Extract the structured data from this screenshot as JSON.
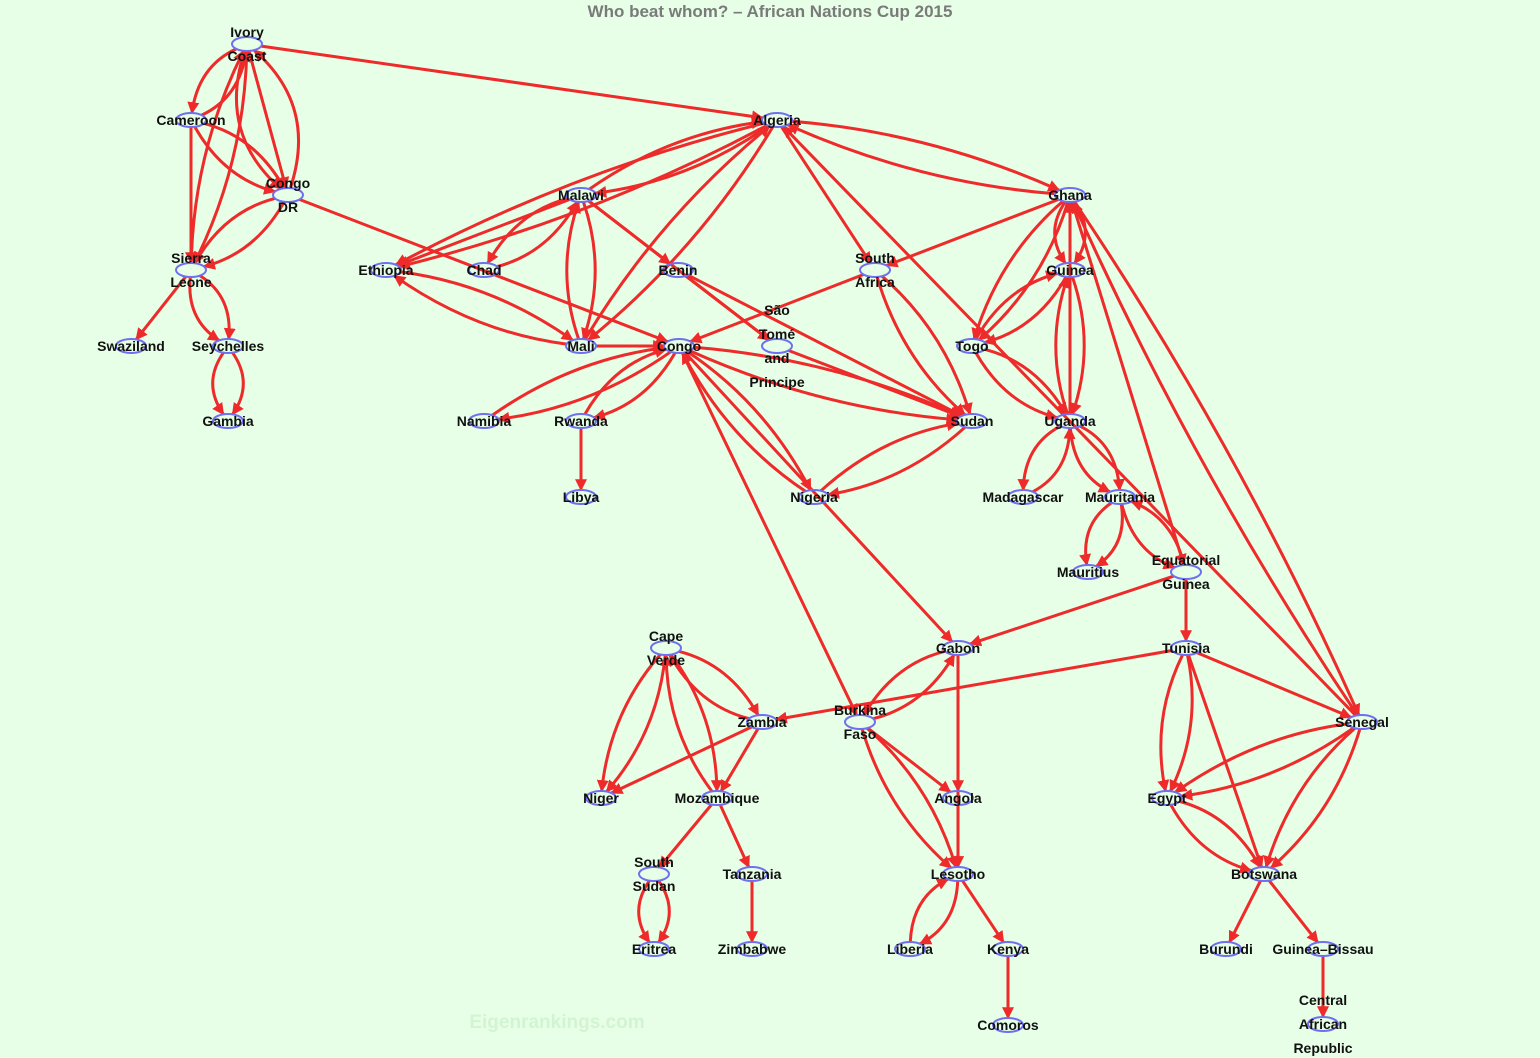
{
  "title": "Who beat whom? – African Nations Cup 2015",
  "watermark": "Eigenrankings.com",
  "colors": {
    "background": "#e6ffe6",
    "edge": "#ee2a2a",
    "node": "#6f6ff0",
    "title": "#7a7a7a"
  },
  "teams": [
    {
      "id": "ivory_coast",
      "label": "Ivory\nCoast"
    },
    {
      "id": "cameroon",
      "label": "Cameroon"
    },
    {
      "id": "congo_dr",
      "label": "Congo\nDR"
    },
    {
      "id": "sierra_leone",
      "label": "Sierra\nLeone"
    },
    {
      "id": "swaziland",
      "label": "Swaziland"
    },
    {
      "id": "seychelles",
      "label": "Seychelles"
    },
    {
      "id": "gambia",
      "label": "Gambia"
    },
    {
      "id": "algeria",
      "label": "Algeria"
    },
    {
      "id": "malawi",
      "label": "Malawi"
    },
    {
      "id": "ethiopia",
      "label": "Ethiopia"
    },
    {
      "id": "chad",
      "label": "Chad"
    },
    {
      "id": "benin",
      "label": "Benin"
    },
    {
      "id": "mali",
      "label": "Mali"
    },
    {
      "id": "congo",
      "label": "Congo"
    },
    {
      "id": "sao_tome",
      "label": "São\nTomé\nand\nPrincipe"
    },
    {
      "id": "south_africa",
      "label": "South\nAfrica"
    },
    {
      "id": "namibia",
      "label": "Namibia"
    },
    {
      "id": "rwanda",
      "label": "Rwanda"
    },
    {
      "id": "libya",
      "label": "Libya"
    },
    {
      "id": "nigeria",
      "label": "Nigeria"
    },
    {
      "id": "sudan",
      "label": "Sudan"
    },
    {
      "id": "ghana",
      "label": "Ghana"
    },
    {
      "id": "guinea",
      "label": "Guinea"
    },
    {
      "id": "togo",
      "label": "Togo"
    },
    {
      "id": "uganda",
      "label": "Uganda"
    },
    {
      "id": "madagascar",
      "label": "Madagascar"
    },
    {
      "id": "mauritania",
      "label": "Mauritania"
    },
    {
      "id": "mauritius",
      "label": "Mauritius"
    },
    {
      "id": "equatorial_guinea",
      "label": "Equatorial\nGuinea"
    },
    {
      "id": "tunisia",
      "label": "Tunisia"
    },
    {
      "id": "gabon",
      "label": "Gabon"
    },
    {
      "id": "burkina_faso",
      "label": "Burkina\nFaso"
    },
    {
      "id": "cape_verde",
      "label": "Cape\nVerde"
    },
    {
      "id": "zambia",
      "label": "Zambia"
    },
    {
      "id": "niger",
      "label": "Niger"
    },
    {
      "id": "mozambique",
      "label": "Mozambique"
    },
    {
      "id": "south_sudan",
      "label": "South\nSudan"
    },
    {
      "id": "tanzania",
      "label": "Tanzania"
    },
    {
      "id": "eritrea",
      "label": "Eritrea"
    },
    {
      "id": "zimbabwe",
      "label": "Zimbabwe"
    },
    {
      "id": "angola",
      "label": "Angola"
    },
    {
      "id": "lesotho",
      "label": "Lesotho"
    },
    {
      "id": "liberia",
      "label": "Liberia"
    },
    {
      "id": "kenya",
      "label": "Kenya"
    },
    {
      "id": "comoros",
      "label": "Comoros"
    },
    {
      "id": "senegal",
      "label": "Senegal"
    },
    {
      "id": "egypt",
      "label": "Egypt"
    },
    {
      "id": "botswana",
      "label": "Botswana"
    },
    {
      "id": "burundi",
      "label": "Burundi"
    },
    {
      "id": "guinea_bissau",
      "label": "Guinea–Bissau"
    },
    {
      "id": "car",
      "label": "Central\nAfrican\nRepublic"
    }
  ],
  "wins": [
    [
      "ivory_coast",
      "algeria"
    ],
    [
      "ivory_coast",
      "cameroon"
    ],
    [
      "cameroon",
      "ivory_coast"
    ],
    [
      "ivory_coast",
      "congo_dr"
    ],
    [
      "ivory_coast",
      "congo_dr"
    ],
    [
      "congo_dr",
      "ivory_coast"
    ],
    [
      "ivory_coast",
      "sierra_leone"
    ],
    [
      "sierra_leone",
      "ivory_coast"
    ],
    [
      "cameroon",
      "congo_dr"
    ],
    [
      "cameroon",
      "congo_dr"
    ],
    [
      "cameroon",
      "sierra_leone"
    ],
    [
      "congo_dr",
      "sierra_leone"
    ],
    [
      "congo_dr",
      "sierra_leone"
    ],
    [
      "congo_dr",
      "congo"
    ],
    [
      "sierra_leone",
      "swaziland"
    ],
    [
      "sierra_leone",
      "seychelles"
    ],
    [
      "sierra_leone",
      "seychelles"
    ],
    [
      "seychelles",
      "gambia"
    ],
    [
      "seychelles",
      "gambia"
    ],
    [
      "algeria",
      "malawi"
    ],
    [
      "malawi",
      "algeria"
    ],
    [
      "algeria",
      "ethiopia"
    ],
    [
      "algeria",
      "ethiopia"
    ],
    [
      "algeria",
      "mali"
    ],
    [
      "mali",
      "algeria"
    ],
    [
      "algeria",
      "south_africa"
    ],
    [
      "algeria",
      "ghana"
    ],
    [
      "ghana",
      "algeria"
    ],
    [
      "senegal",
      "algeria"
    ],
    [
      "malawi",
      "ethiopia"
    ],
    [
      "malawi",
      "chad"
    ],
    [
      "chad",
      "malawi"
    ],
    [
      "malawi",
      "benin"
    ],
    [
      "malawi",
      "mali"
    ],
    [
      "mali",
      "malawi"
    ],
    [
      "malawi",
      "sao_tome"
    ],
    [
      "ethiopia",
      "mali"
    ],
    [
      "mali",
      "ethiopia"
    ],
    [
      "mali",
      "congo"
    ],
    [
      "benin",
      "sao_tome"
    ],
    [
      "benin",
      "sudan"
    ],
    [
      "south_africa",
      "congo"
    ],
    [
      "south_africa",
      "sudan"
    ],
    [
      "south_africa",
      "sudan"
    ],
    [
      "sao_tome",
      "sudan"
    ],
    [
      "congo",
      "namibia"
    ],
    [
      "namibia",
      "congo"
    ],
    [
      "congo",
      "rwanda"
    ],
    [
      "rwanda",
      "congo"
    ],
    [
      "congo",
      "nigeria"
    ],
    [
      "nigeria",
      "congo"
    ],
    [
      "congo",
      "sudan"
    ],
    [
      "congo",
      "sudan"
    ],
    [
      "congo",
      "gabon"
    ],
    [
      "congo",
      "burkina_faso"
    ],
    [
      "rwanda",
      "libya"
    ],
    [
      "nigeria",
      "sudan"
    ],
    [
      "sudan",
      "nigeria"
    ],
    [
      "ghana",
      "south_africa"
    ],
    [
      "ghana",
      "guinea"
    ],
    [
      "ghana",
      "guinea"
    ],
    [
      "ghana",
      "togo"
    ],
    [
      "ghana",
      "togo"
    ],
    [
      "uganda",
      "ghana"
    ],
    [
      "ghana",
      "equatorial_guinea"
    ],
    [
      "ghana",
      "senegal"
    ],
    [
      "senegal",
      "ghana"
    ],
    [
      "guinea",
      "togo"
    ],
    [
      "togo",
      "guinea"
    ],
    [
      "guinea",
      "uganda"
    ],
    [
      "uganda",
      "guinea"
    ],
    [
      "togo",
      "uganda"
    ],
    [
      "togo",
      "uganda"
    ],
    [
      "uganda",
      "madagascar"
    ],
    [
      "madagascar",
      "uganda"
    ],
    [
      "uganda",
      "mauritania"
    ],
    [
      "uganda",
      "mauritania"
    ],
    [
      "mauritania",
      "mauritius"
    ],
    [
      "mauritania",
      "mauritius"
    ],
    [
      "mauritania",
      "equatorial_guinea"
    ],
    [
      "equatorial_guinea",
      "mauritania"
    ],
    [
      "equatorial_guinea",
      "gabon"
    ],
    [
      "equatorial_guinea",
      "tunisia"
    ],
    [
      "tunisia",
      "zambia"
    ],
    [
      "tunisia",
      "egypt"
    ],
    [
      "tunisia",
      "egypt"
    ],
    [
      "tunisia",
      "senegal"
    ],
    [
      "tunisia",
      "botswana"
    ],
    [
      "gabon",
      "burkina_faso"
    ],
    [
      "burkina_faso",
      "gabon"
    ],
    [
      "gabon",
      "angola"
    ],
    [
      "gabon",
      "lesotho"
    ],
    [
      "burkina_faso",
      "angola"
    ],
    [
      "burkina_faso",
      "lesotho"
    ],
    [
      "burkina_faso",
      "lesotho"
    ],
    [
      "angola",
      "lesotho"
    ],
    [
      "lesotho",
      "liberia"
    ],
    [
      "liberia",
      "lesotho"
    ],
    [
      "lesotho",
      "kenya"
    ],
    [
      "kenya",
      "comoros"
    ],
    [
      "cape_verde",
      "zambia"
    ],
    [
      "zambia",
      "cape_verde"
    ],
    [
      "cape_verde",
      "niger"
    ],
    [
      "cape_verde",
      "niger"
    ],
    [
      "cape_verde",
      "mozambique"
    ],
    [
      "mozambique",
      "cape_verde"
    ],
    [
      "zambia",
      "niger"
    ],
    [
      "zambia",
      "mozambique"
    ],
    [
      "mozambique",
      "south_sudan"
    ],
    [
      "mozambique",
      "tanzania"
    ],
    [
      "south_sudan",
      "eritrea"
    ],
    [
      "south_sudan",
      "eritrea"
    ],
    [
      "tanzania",
      "zimbabwe"
    ],
    [
      "senegal",
      "egypt"
    ],
    [
      "senegal",
      "egypt"
    ],
    [
      "senegal",
      "botswana"
    ],
    [
      "senegal",
      "botswana"
    ],
    [
      "egypt",
      "botswana"
    ],
    [
      "egypt",
      "botswana"
    ],
    [
      "botswana",
      "burundi"
    ],
    [
      "botswana",
      "guinea_bissau"
    ],
    [
      "guinea_bissau",
      "car"
    ]
  ]
}
